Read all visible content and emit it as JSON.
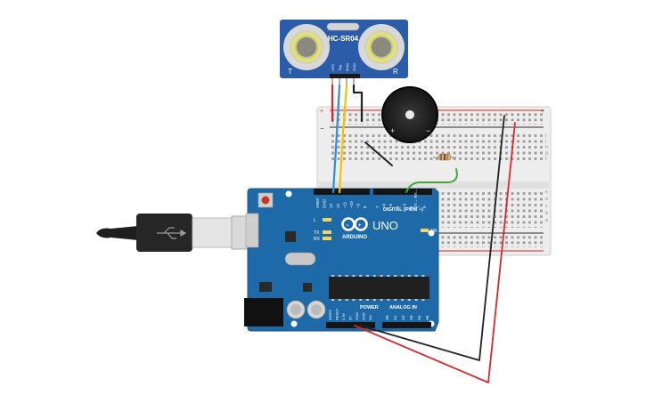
{
  "sensor": {
    "model": "HC-SR04",
    "left_label": "T",
    "right_label": "R",
    "pins": [
      "VCC",
      "Trig",
      "Echo",
      "GND"
    ]
  },
  "board": {
    "brand": "ARDUINO",
    "model": "UNO",
    "digital_header": "DIGITAL (PWM ~)",
    "tx_rx_label": "TX→ RX←",
    "top_pins": [
      "AREF",
      "GND",
      "13",
      "12",
      "~11",
      "~10",
      "~9",
      "8",
      "7",
      "~6",
      "~5",
      "4",
      "~3",
      "2",
      "1",
      "0"
    ],
    "led_labels": [
      "L",
      "TX",
      "RX",
      "ON"
    ],
    "power_header": "POWER",
    "analog_header": "ANALOG IN",
    "power_pins": [
      "IOREF",
      "RESET",
      "3.3V",
      "5V",
      "GND",
      "GND",
      "Vin"
    ],
    "analog_pins": [
      "A0",
      "A1",
      "A2",
      "A3",
      "A4",
      "A5"
    ]
  },
  "breadboard": {
    "row_letters": [
      "a",
      "b",
      "c",
      "d",
      "e",
      "f",
      "g",
      "h",
      "i",
      "j"
    ],
    "plus": "+",
    "minus": "−"
  },
  "buzzer": {
    "plus": "+",
    "minus": "−"
  },
  "colors": {
    "board_blue": "#1e6aa8",
    "wire_red": "#d6292f",
    "wire_black": "#222222",
    "wire_blue": "#2d8fd6",
    "wire_yellow": "#f2c200",
    "wire_green": "#44a63a",
    "sensor_blue": "#2a5caa"
  }
}
